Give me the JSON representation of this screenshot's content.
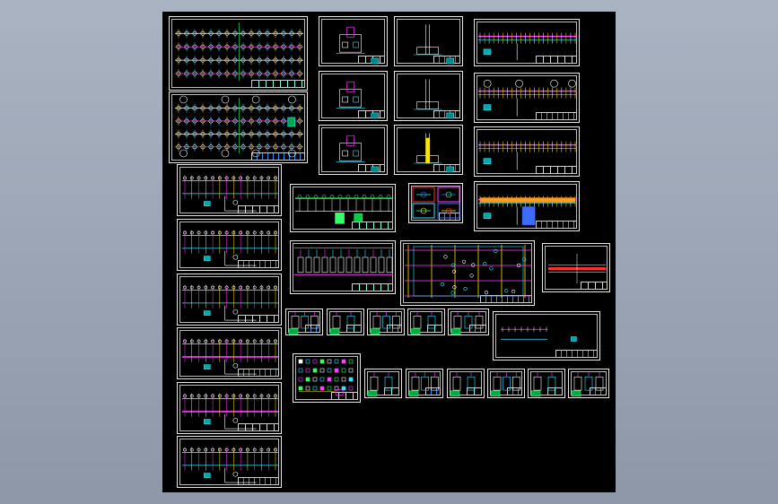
{
  "window": {
    "title": ""
  },
  "colors": {
    "background_top": "#a9b3c2",
    "background_bottom": "#8e97a8",
    "viewport": "#000000",
    "frame": "#e8e8e8",
    "magenta": "#ff3cff",
    "cyan": "#33e6ff",
    "yellow": "#ffe600",
    "green": "#33ff66",
    "red": "#ff3030",
    "blue": "#3b6cff",
    "white": "#ffffff"
  },
  "drawing_sheets": {
    "left_column": [
      "plan-layout",
      "plan-layout-holes",
      "section-a",
      "section-b",
      "section-c",
      "section-d",
      "section-e",
      "section-f"
    ],
    "middle_column": [
      "detail-1",
      "detail-2",
      "detail-3",
      "detail-4",
      "detail-5",
      "detail-6",
      "elevation-green",
      "color-details",
      "wiring-panels",
      "grid-plan",
      "small-detail-row-1",
      "small-detail-row-2",
      "legend-sheet"
    ],
    "right_column": [
      "longitudinal-1",
      "longitudinal-2",
      "longitudinal-3",
      "longitudinal-4",
      "red-bar-plan",
      "dimension-sheet"
    ]
  }
}
